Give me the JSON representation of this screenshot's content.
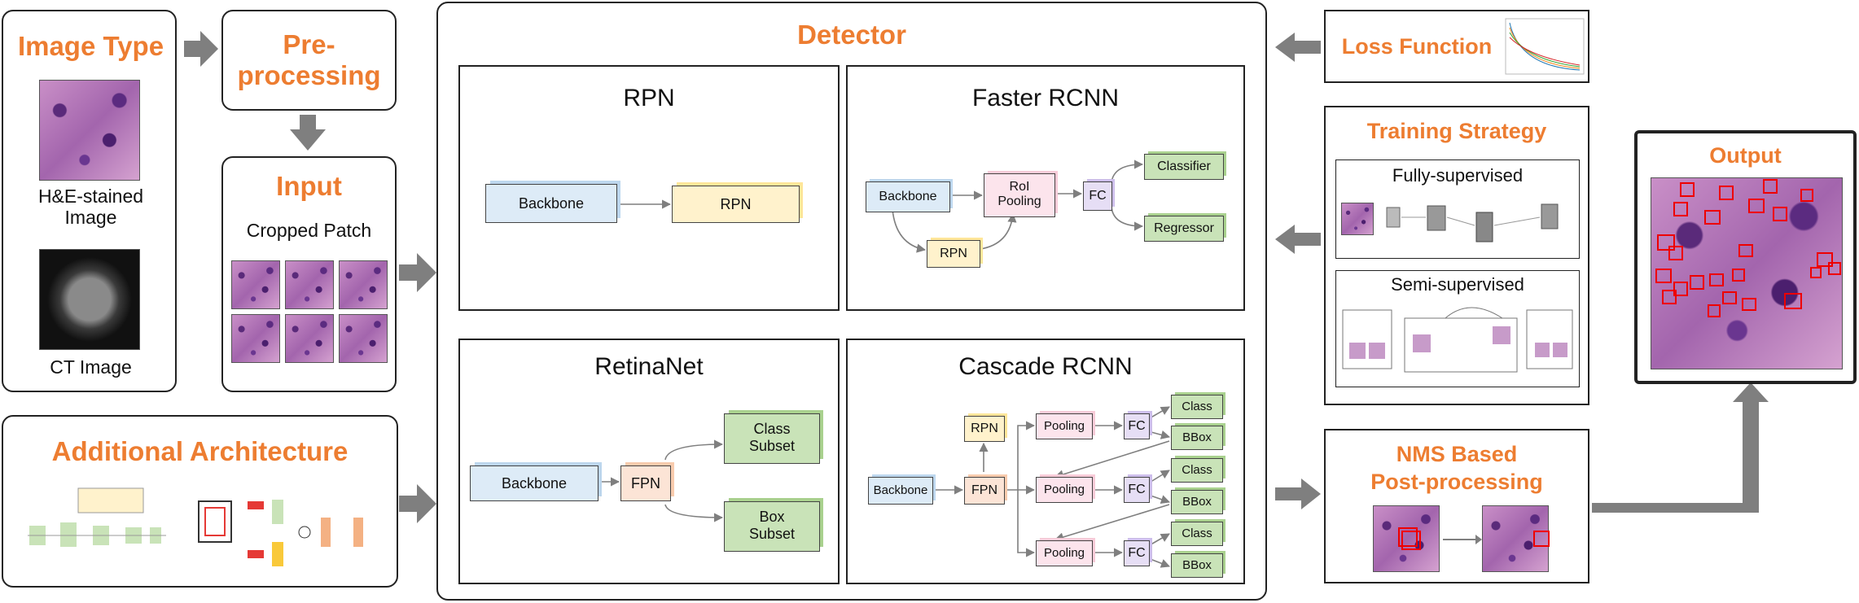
{
  "image_type": {
    "title": "Image Type",
    "he_label_1": "H&E-stained",
    "he_label_2": "Image",
    "ct_label": "CT Image"
  },
  "preprocessing": {
    "title_1": "Pre-",
    "title_2": "processing"
  },
  "input": {
    "title": "Input",
    "subtitle": "Cropped Patch"
  },
  "additional": {
    "title": "Additional Architecture"
  },
  "detector": {
    "title": "Detector",
    "rpn": {
      "title": "RPN",
      "backbone": "Backbone",
      "rpn": "RPN"
    },
    "faster": {
      "title": "Faster RCNN",
      "backbone": "Backbone",
      "roi_1": "RoI",
      "roi_2": "Pooling",
      "fc": "FC",
      "rpn": "RPN",
      "classifier": "Classifier",
      "regressor": "Regressor"
    },
    "retina": {
      "title": "RetinaNet",
      "backbone": "Backbone",
      "fpn": "FPN",
      "class_1": "Class",
      "class_2": "Subset",
      "box_1": "Box",
      "box_2": "Subset"
    },
    "cascade": {
      "title": "Cascade RCNN",
      "backbone": "Backbone",
      "fpn": "FPN",
      "rpn": "RPN",
      "pooling": "Pooling",
      "fc": "FC",
      "class": "Class",
      "bbox": "BBox"
    }
  },
  "loss": {
    "title": "Loss Function"
  },
  "training": {
    "title": "Training Strategy",
    "fully": "Fully-supervised",
    "semi": "Semi-supervised"
  },
  "nms": {
    "title_1": "NMS Based",
    "title_2": "Post-processing"
  },
  "output": {
    "title": "Output"
  },
  "colors": {
    "accent": "#ED7D31",
    "arrow": "#7F7F7F",
    "backbone": "#DDEBF7",
    "rpn": "#FFF2CC",
    "roi": "#FCE4EC",
    "fc": "#E6DEF5",
    "head": "#C9E3B8",
    "fpn": "#FCE4D6"
  }
}
